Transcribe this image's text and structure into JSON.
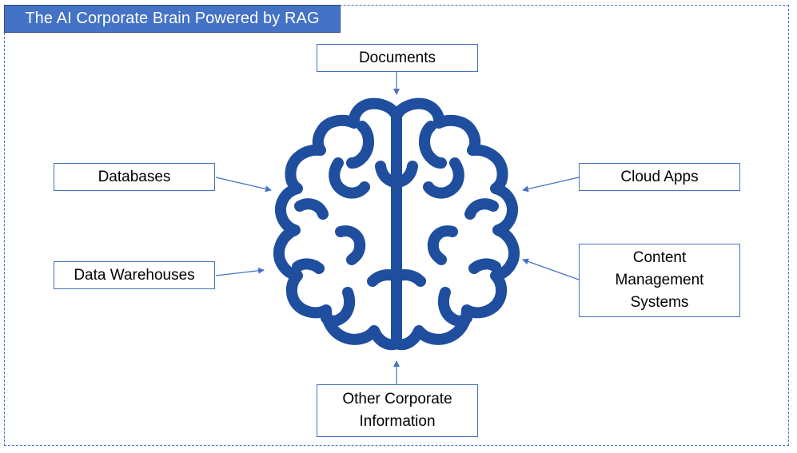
{
  "title": "The AI Corporate Brain Powered by RAG",
  "colors": {
    "accent": "#4472c4",
    "brain": "#1f4e9e",
    "title_text": "#ffffff",
    "box_text": "#000000"
  },
  "center": {
    "icon": "brain-icon"
  },
  "sources": {
    "documents": {
      "lines": [
        "Documents"
      ]
    },
    "databases": {
      "lines": [
        "Databases"
      ]
    },
    "data_warehouses": {
      "lines": [
        "Data Warehouses"
      ]
    },
    "cloud_apps": {
      "lines": [
        "Cloud Apps"
      ]
    },
    "content_management_systems": {
      "lines": [
        "Content",
        "Management",
        "Systems"
      ]
    },
    "other_corporate_information": {
      "lines": [
        "Other Corporate",
        "Information"
      ]
    }
  },
  "connections": [
    {
      "from": "Documents",
      "to": "brain"
    },
    {
      "from": "Databases",
      "to": "brain"
    },
    {
      "from": "Data Warehouses",
      "to": "brain"
    },
    {
      "from": "Cloud Apps",
      "to": "brain"
    },
    {
      "from": "Content Management Systems",
      "to": "brain"
    },
    {
      "from": "Other Corporate Information",
      "to": "brain"
    }
  ]
}
